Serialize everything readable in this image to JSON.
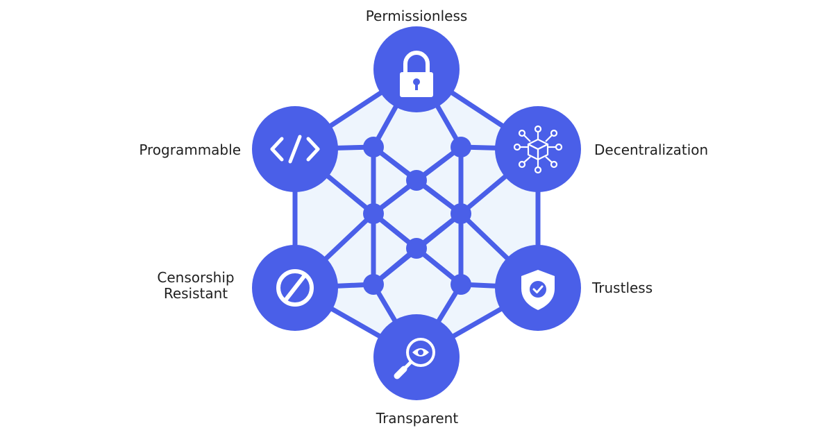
{
  "nodes": {
    "permissionless": {
      "label": "Permissionless",
      "icon": "padlock-icon"
    },
    "decentralization": {
      "label": "Decentralization",
      "icon": "network-cube-icon"
    },
    "trustless": {
      "label": "Trustless",
      "icon": "shield-check-icon"
    },
    "transparent": {
      "label": "Transparent",
      "icon": "magnifier-eye-icon"
    },
    "censorship_resistant": {
      "line1": "Censorship",
      "line2": "Resistant",
      "icon": "prohibited-icon"
    },
    "programmable": {
      "label": "Programmable",
      "icon": "code-brackets-icon"
    }
  },
  "colors": {
    "accent": "#4a5fe8",
    "fill": "#eef5fd",
    "icon": "#ffffff",
    "text": "#1f1f1f"
  }
}
